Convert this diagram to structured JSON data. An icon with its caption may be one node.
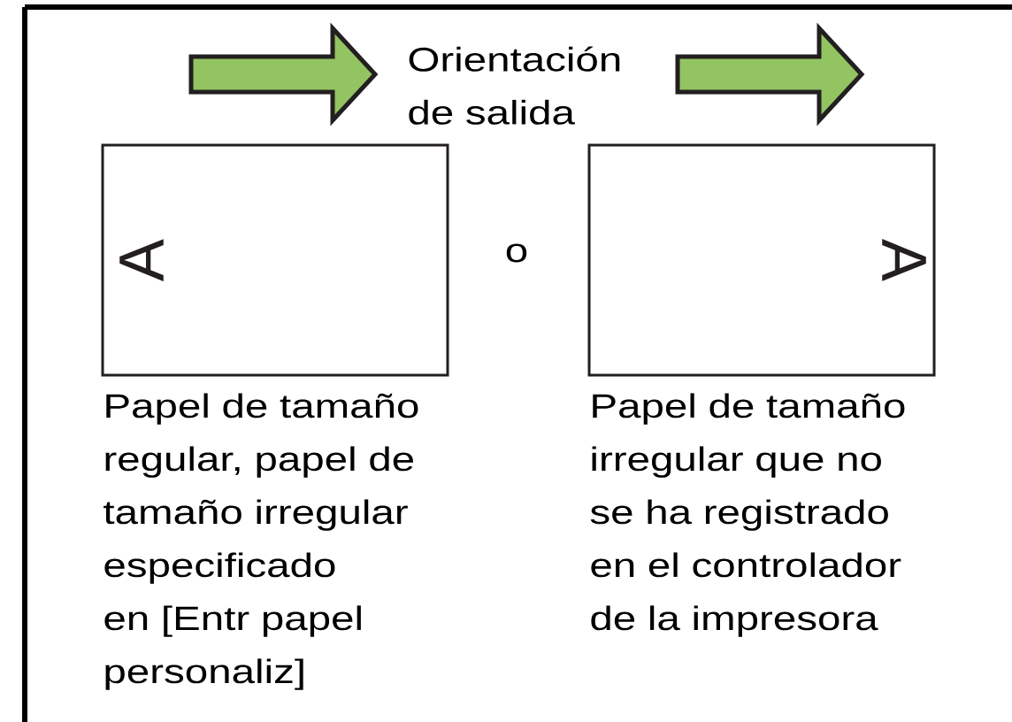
{
  "diagram": {
    "nodes": [
      {
        "text": [
          "A"
        ],
        "beside": [
          "Papel de tamaño regular, papel de tamaño irregular especificado en [Entr papel personaliz]"
        ]
      },
      {
        "text": [
          "A"
        ],
        "beside": [
          "Papel de tamaño irregular que no se ha registrado en el controlador de la impresora"
        ]
      }
    ],
    "labels": [
      "Orientación de salida",
      "o"
    ]
  }
}
